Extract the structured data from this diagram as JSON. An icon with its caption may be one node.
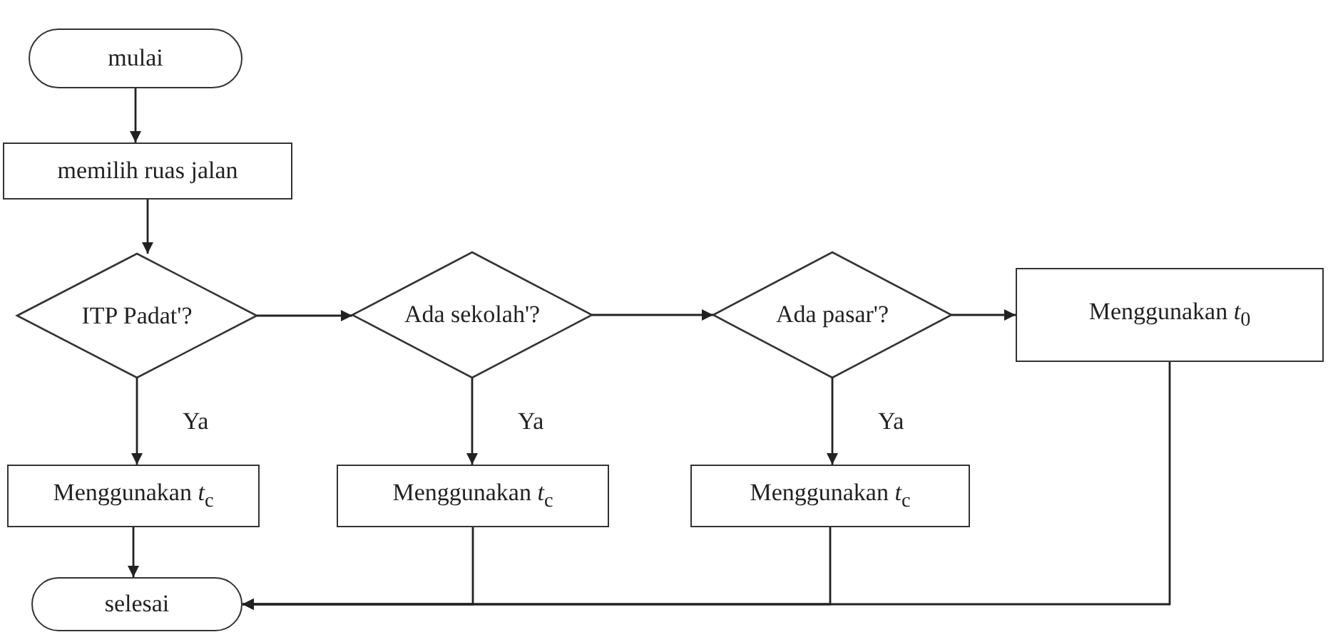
{
  "diagram": {
    "nodes": [
      {
        "text": [
          "mulai"
        ]
      },
      {
        "text": [
          "memilih ruas jalan"
        ]
      },
      {
        "text": [
          "ITP Padat'?"
        ]
      },
      {
        "text": [
          "Ada sekolah'?"
        ]
      },
      {
        "text": [
          "Ada pasar'?"
        ]
      },
      {
        "text": [
          "Menggunakan *t*$_{0}$"
        ]
      },
      {
        "text": [
          "Menggunakan *t*$_{c}$"
        ]
      },
      {
        "text": [
          "Menggunakan *t*$_{c}$"
        ]
      },
      {
        "text": [
          "Menggunakan *t*$_{c}$"
        ]
      },
      {
        "text": [
          "selesai"
        ]
      }
    ],
    "edges": [
      {
        "from": 0,
        "to": 1,
        "arrow": "to"
      },
      {
        "from": 1,
        "to": 2,
        "arrow": "to"
      },
      {
        "from": 2,
        "to": 3,
        "arrow": "to"
      },
      {
        "from": 3,
        "to": 4,
        "arrow": "to"
      },
      {
        "from": 4,
        "to": 5,
        "arrow": "to"
      },
      {
        "from": 2,
        "to": 6,
        "arrow": "to",
        "label": "Ya"
      },
      {
        "from": 3,
        "to": 7,
        "arrow": "to",
        "label": "Ya"
      },
      {
        "from": 4,
        "to": 8,
        "arrow": "to",
        "label": "Ya"
      },
      {
        "from": 6,
        "to": 9,
        "arrow": "to"
      },
      {
        "from": 7,
        "to": 9,
        "arrow": "to"
      },
      {
        "from": 8,
        "to": 9,
        "arrow": "to"
      },
      {
        "from": 5,
        "to": 9,
        "arrow": "to"
      }
    ]
  }
}
